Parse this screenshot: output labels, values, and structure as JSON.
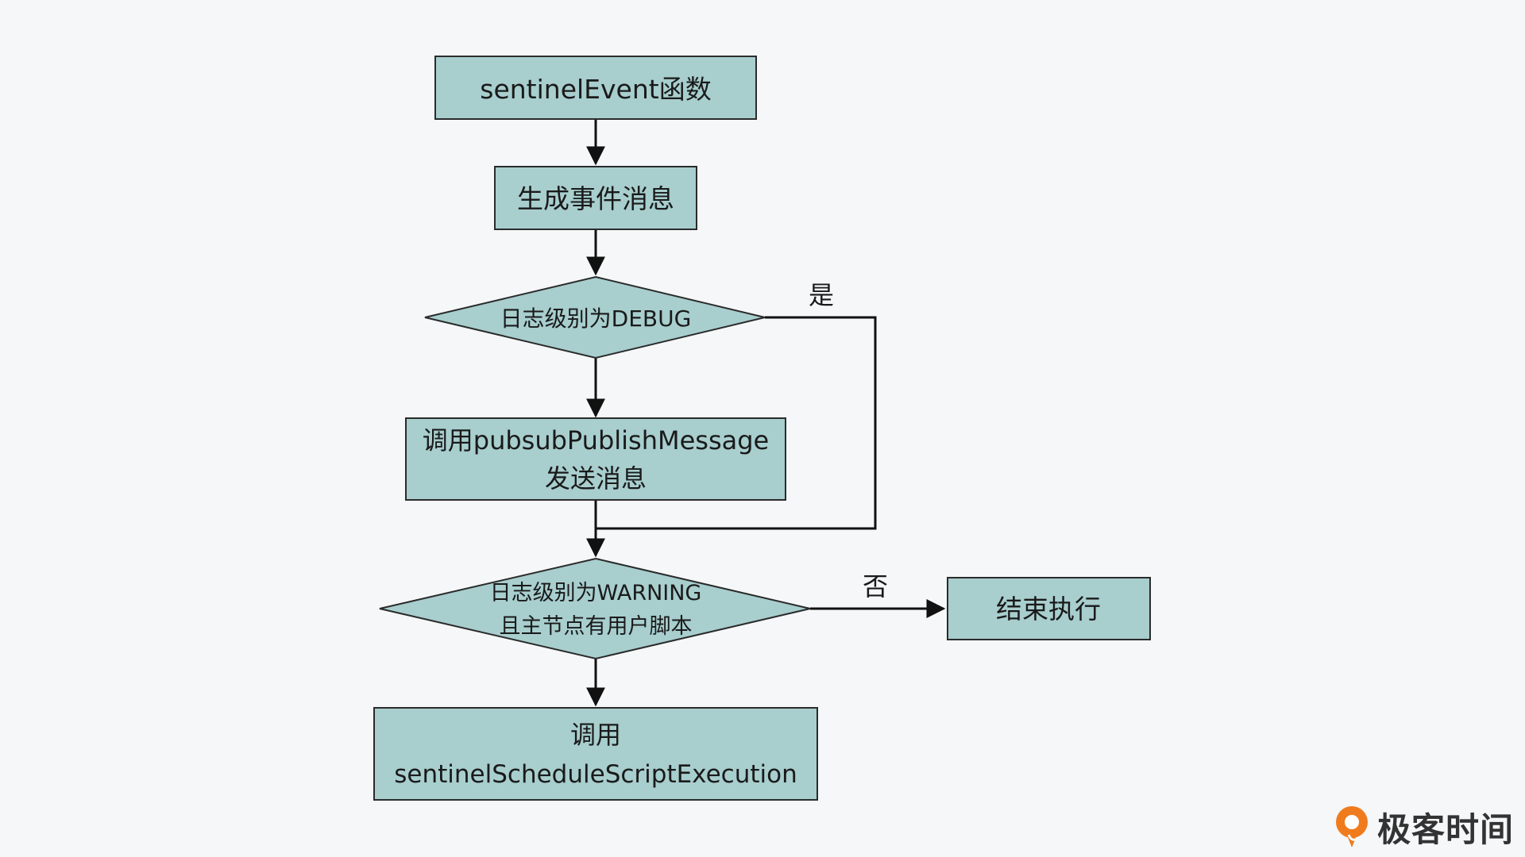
{
  "diagram": {
    "colors": {
      "node_fill": "#a8cece",
      "node_stroke": "#2b2b2b",
      "edge": "#111111",
      "background": "#f5f7f9"
    },
    "nodes": {
      "start": {
        "lines": [
          "sentinelEvent函数"
        ]
      },
      "generate": {
        "lines": [
          "生成事件消息"
        ]
      },
      "debug_check": {
        "lines": [
          "日志级别为DEBUG"
        ]
      },
      "publish": {
        "lines": [
          "调用pubsubPublishMessage",
          "发送消息"
        ]
      },
      "warning_check": {
        "lines": [
          "日志级别为WARNING",
          "且主节点有用户脚本"
        ]
      },
      "end_exec": {
        "lines": [
          "结束执行"
        ]
      },
      "schedule": {
        "lines": [
          "调用",
          "sentinelScheduleScriptExecution"
        ]
      }
    },
    "edge_labels": {
      "yes": "是",
      "no": "否"
    }
  },
  "brand": {
    "name": "极客时间",
    "logo_icon": "geektime-logo-icon",
    "logo_color": "#f07b1d"
  }
}
